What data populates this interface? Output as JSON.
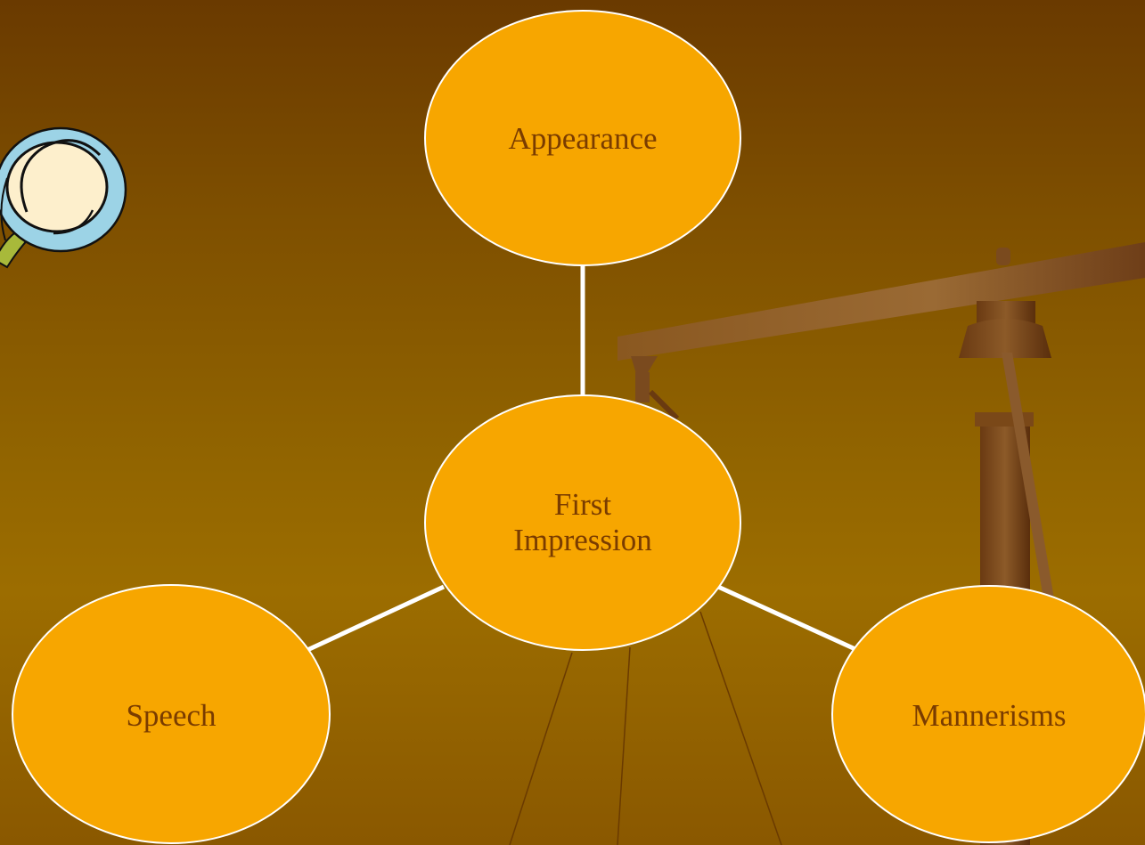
{
  "diagram": {
    "center": {
      "line1": "First",
      "line2": "Impression"
    },
    "nodes": {
      "top": "Appearance",
      "left": "Speech",
      "right": "Mannerisms"
    }
  },
  "colors": {
    "node_fill": "#f7a600",
    "node_text": "#7a3c00",
    "connector": "#ffffff",
    "background_top": "#6a3a00",
    "background_bottom": "#9c6d00"
  },
  "decorations": {
    "clipart_left": "magnifying-glass-icon",
    "clipart_right": "balance-scale-icon"
  }
}
